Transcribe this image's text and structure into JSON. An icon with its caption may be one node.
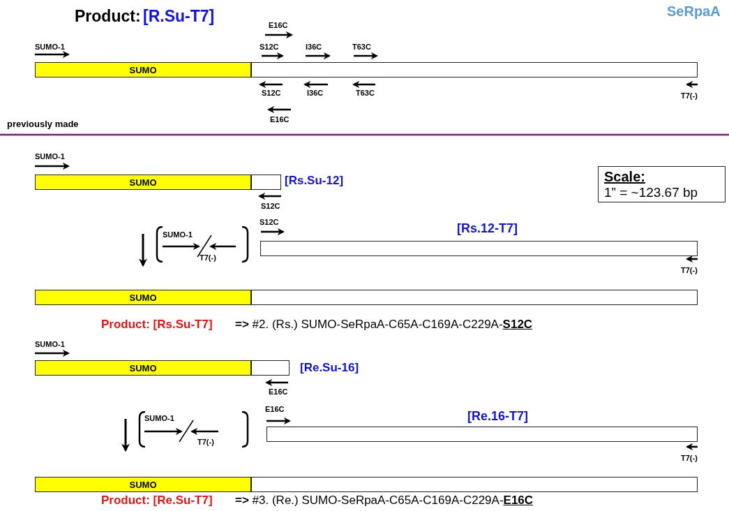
{
  "diagram": {
    "nodes": [
      {
        "text": [
          "SUMO"
        ]
      },
      {
        "text": [],
        "shape": "box"
      },
      {
        "text": [
          "SUMO"
        ]
      },
      {
        "text": [],
        "shape": "box"
      },
      {
        "text": [],
        "shape": "box"
      },
      {
        "text": [
          "SUMO"
        ]
      },
      {
        "text": [],
        "shape": "box"
      },
      {
        "text": [
          "SUMO"
        ]
      },
      {
        "text": [],
        "shape": "box"
      },
      {
        "text": [],
        "shape": "box"
      },
      {
        "text": [
          "SUMO"
        ]
      },
      {
        "text": [],
        "shape": "box"
      },
      {
        "text": [
          "Scale:",
          "1” = ~123.67 bp"
        ]
      }
    ],
    "labels": [
      "Product:",
      "[R.Su-T7]",
      "SeRpaA",
      "E16C",
      "SUMO-1",
      "S12C",
      "I36C",
      "T63C",
      "S12C",
      "I36C",
      "T63C",
      "T7(-)",
      "E16C",
      "previously made",
      "SUMO-1",
      "[Rs.Su-12]",
      "S12C",
      "S12C",
      "[Rs.12-T7]",
      "SUMO-1",
      "T7(-)",
      "T7(-)",
      "Product: [Rs.Su-T7]",
      "**=>** #2. (Rs.) SUMO-SeRpaA-C65A-C169A-C229A-**S12C**",
      "SUMO-1",
      "[Re.Su-16]",
      "E16C",
      "E16C",
      "[Re.16-T7]",
      "SUMO-1",
      "T7(-)",
      "T7(-)",
      "Product: [Re.Su-T7]",
      "**=>** #3. (Re.) SUMO-SeRpaA-C65A-C169A-C229A-**E16C**"
    ]
  }
}
